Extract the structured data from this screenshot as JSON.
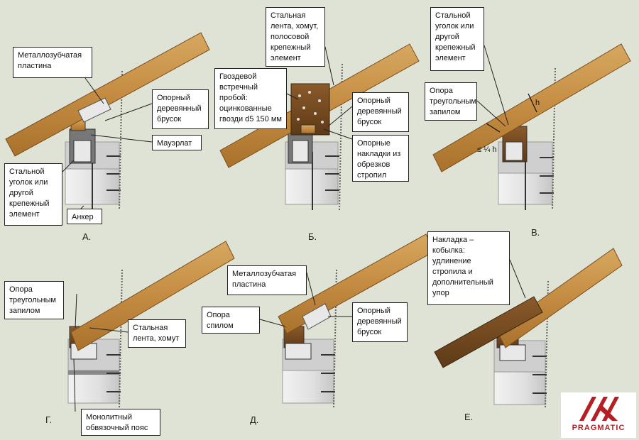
{
  "panels": {
    "a": {
      "label": "А.",
      "plate": "Металлозубчатая\nпластина",
      "bar": "Опорный\nдеревянный\nбрусок",
      "mauerlat": "Мауэрлат",
      "angle": "Стальной\nуголок или\nдругой\nкрепежный\nэлемент",
      "anchor": "Анкер"
    },
    "b": {
      "label": "Б.",
      "strap": "Стальная\nлента, хомут,\nполосовой\nкрепежный\nэлемент",
      "nails": "Гвоздевой\nвстречный\nпробой:\nоцинкованные\nгвозди d5 150 мм",
      "bar": "Опорный\nдеревянный\nбрусок",
      "pads": "Опорные\nнакладки из\nобрезков\nстропил"
    },
    "v": {
      "label": "В.",
      "angle": "Стальной\nуголок или\nдругой\nкрепежный\nэлемент",
      "notch": "Опора\nтреугольным\nзапилом",
      "dim_h": "h",
      "dim_quarter": "≤ ¼ h"
    },
    "g": {
      "label": "Г.",
      "notch": "Опора\nтреугольным\nзапилом",
      "strap": "Стальная\nлента, хомут",
      "belt": "Монолитный\nобвязочный пояс"
    },
    "d": {
      "label": "Д.",
      "plate": "Металлозубчатая\nпластина",
      "cut": "Опора\nспилом",
      "bar": "Опорный\nдеревянный\nбрусок"
    },
    "e": {
      "label": "Е.",
      "splice": "Накладка –\nкобылка:\nудлинение\nстропила и\nдополнительный\nупор"
    }
  },
  "logo": {
    "brand": "PRAGMATIC",
    "color": "#b51f24"
  }
}
